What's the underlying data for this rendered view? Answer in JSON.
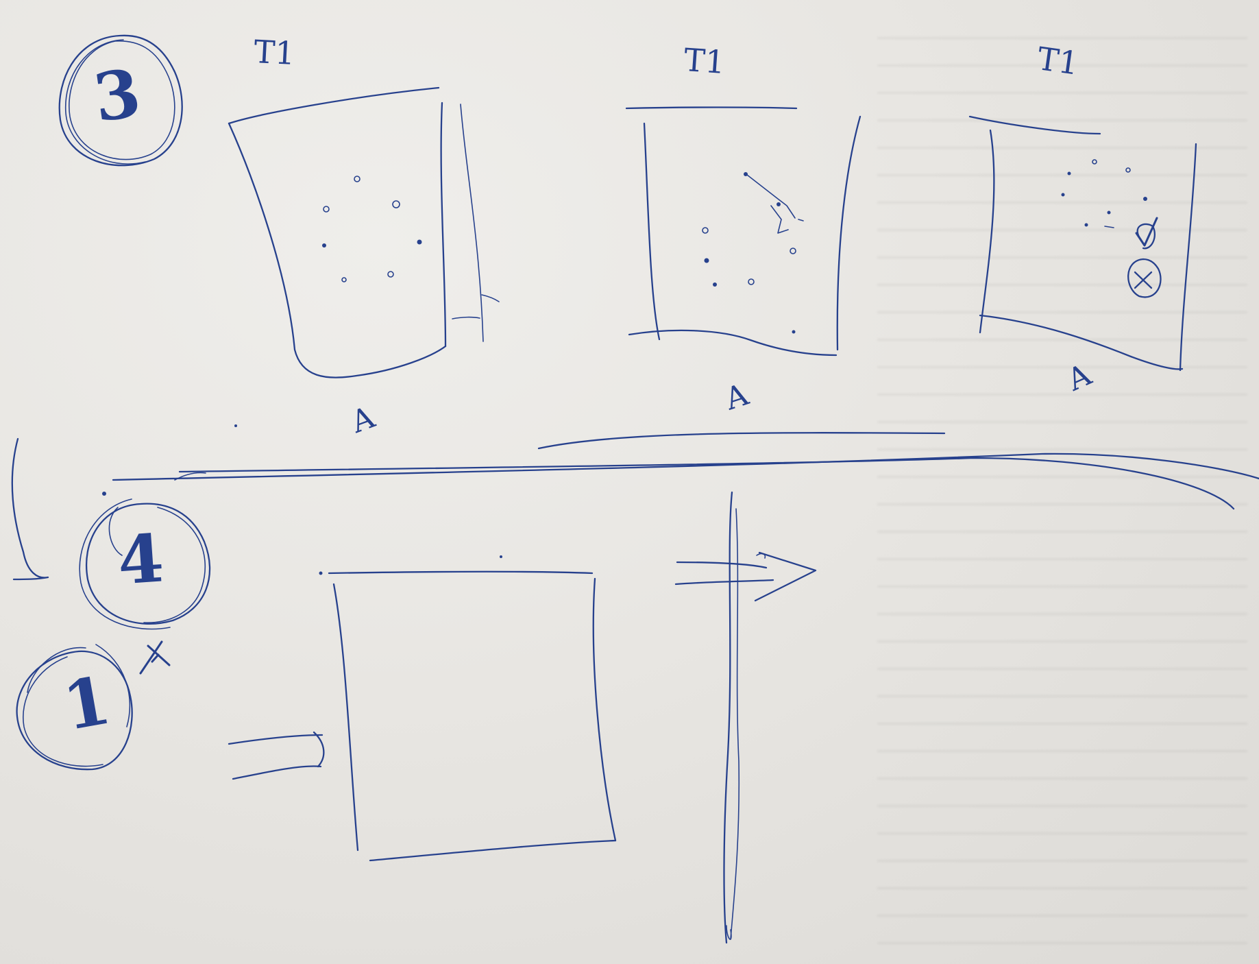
{
  "sheet": {
    "step_numbers": [
      "3",
      "4",
      "1"
    ],
    "panel_titles": [
      "T1",
      "T1",
      "T1"
    ],
    "panel_captions": [
      "A",
      "A",
      "A"
    ],
    "rejected_mark": "X",
    "approved_mark": "✓"
  },
  "colors": {
    "ink": "#27418d",
    "paper": "#e6e4e0"
  }
}
